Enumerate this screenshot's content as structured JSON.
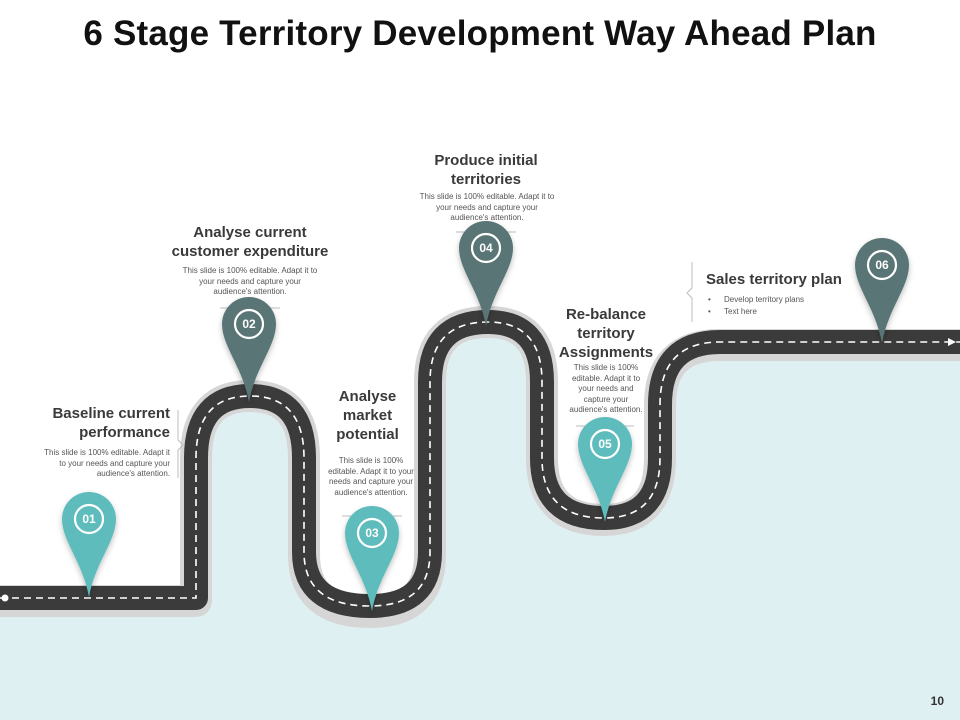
{
  "title": "6 Stage Territory Development Way Ahead Plan",
  "page_number": "10",
  "colors": {
    "teal": "#5fbcbc",
    "slate": "#5a7575",
    "road": "#3b3b3b",
    "ground": "#dff0f3"
  },
  "stages": [
    {
      "number": "01",
      "title": "Baseline current performance",
      "title_lines": [
        "Baseline current",
        "performance"
      ],
      "text": "This slide is 100% editable. Adapt it to your needs and capture your audience's attention.",
      "text_lines": [
        "This slide is 100% editable. Adapt it",
        "to your needs and capture your",
        "audience's attention."
      ]
    },
    {
      "number": "02",
      "title": "Analyse current customer expenditure",
      "title_lines": [
        "Analyse current",
        "customer expenditure"
      ],
      "text": "This slide is 100% editable. Adapt it to your needs and capture your audience's attention.",
      "text_lines": [
        "This slide is 100% editable. Adapt it to",
        "your needs and capture your",
        "audience's attention."
      ]
    },
    {
      "number": "03",
      "title": "Analyse market potential",
      "title_lines": [
        "Analyse",
        "market",
        "potential"
      ],
      "text": "This slide is 100% editable. Adapt it to your needs and capture your audience's attention.",
      "text_lines": [
        "This slide is 100%",
        "editable. Adapt it to your",
        "needs and capture your",
        "audience's attention."
      ]
    },
    {
      "number": "04",
      "title": "Produce initial territories",
      "title_lines": [
        "Produce initial",
        "territories"
      ],
      "text": "This slide is 100% editable. Adapt it to your needs and capture your audience's attention.",
      "text_lines": [
        "This slide is 100% editable. Adapt it to",
        "your needs and capture your",
        "audience's attention."
      ]
    },
    {
      "number": "05",
      "title": "Re-balance territory Assignments",
      "title_lines": [
        "Re-balance",
        "territory",
        "Assignments"
      ],
      "text": "This slide is 100% editable. Adapt it to your needs and capture your audience's attention.",
      "text_lines": [
        "This slide is 100%",
        "editable. Adapt it to",
        "your needs and",
        "capture your",
        "audience's attention."
      ]
    },
    {
      "number": "06",
      "title": "Sales territory plan",
      "bullets": [
        "Develop territory plans",
        "Text here"
      ]
    }
  ]
}
